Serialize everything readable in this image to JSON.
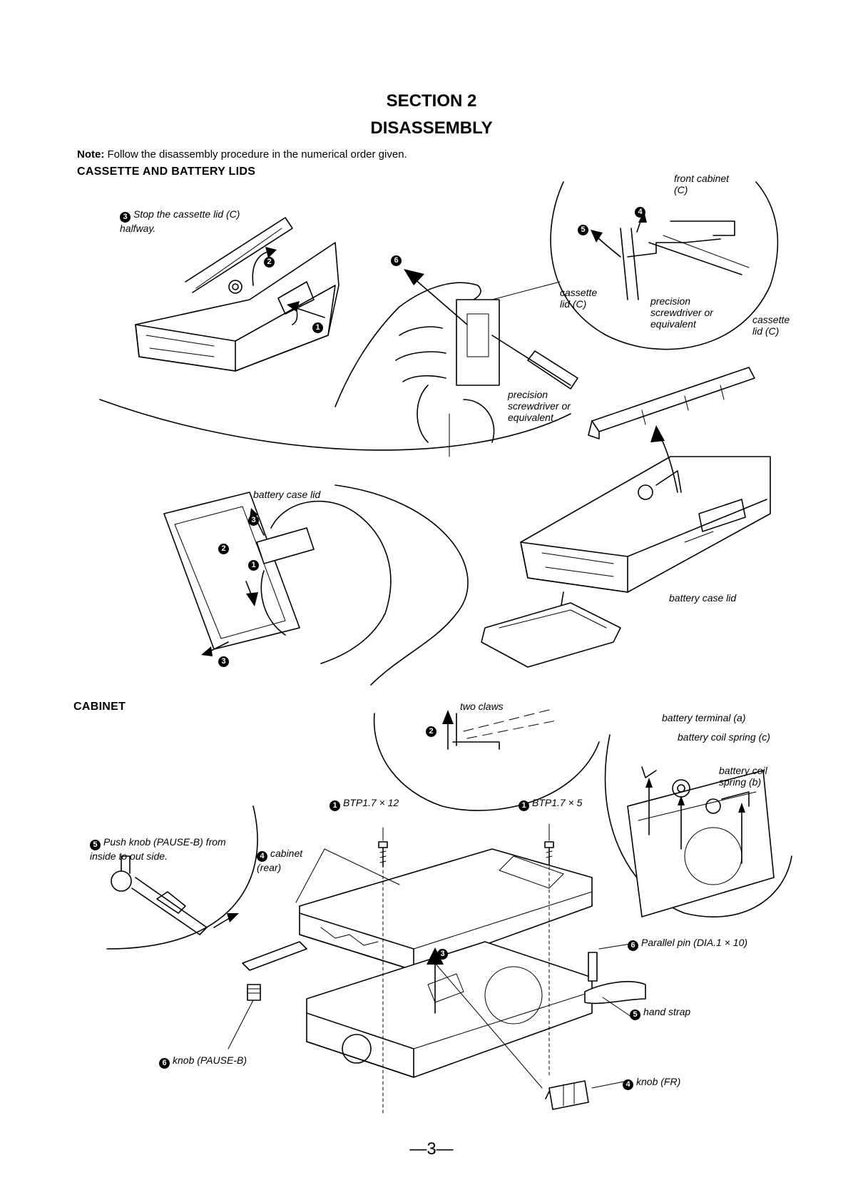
{
  "header": {
    "section": "SECTION 2",
    "title": "DISASSEMBLY"
  },
  "note": {
    "label": "Note:",
    "text": "Follow the disassembly procedure in the numerical order given."
  },
  "lids": {
    "heading": "CASSETTE AND BATTERY LIDS",
    "labels": {
      "step3_text": "Stop the cassette lid (C) halfway.",
      "front_cabinet": "front cabinet (C)",
      "cassette_lid_detail": "cassette lid (C)",
      "screwdriver_detail": "precision screwdriver or equivalent",
      "cassette_lid_right": "cassette lid (C)",
      "screwdriver_hand": "precision screwdriver or equivalent",
      "battery_case_lid_left": "battery case lid",
      "battery_case_lid_right": "battery case lid"
    },
    "step_markers": [
      "1",
      "2",
      "3",
      "4",
      "5",
      "6"
    ]
  },
  "cabinet": {
    "heading": "CABINET",
    "labels": {
      "two_claws": "two claws",
      "battery_terminal": "battery terminal (a)",
      "battery_coil_spring_c": "battery coil spring (c)",
      "battery_coil_spring_b": "battery coil spring (b)",
      "screw_left": "BTP1.7 × 12",
      "screw_right": "BTP1.7 × 5",
      "push_knob": "Push knob (PAUSE-B) from inside to out side.",
      "cabinet_rear": "cabinet (rear)",
      "parallel_pin": "Parallel pin (DIA.1 × 10)",
      "hand_strap": "hand strap",
      "knob_pause": "knob (PAUSE-B)",
      "knob_fr": "knob (FR)"
    }
  },
  "page_number": "—3—",
  "icons": {
    "step_badge": "black-circle-number-icon",
    "arrow": "arrow-icon"
  }
}
